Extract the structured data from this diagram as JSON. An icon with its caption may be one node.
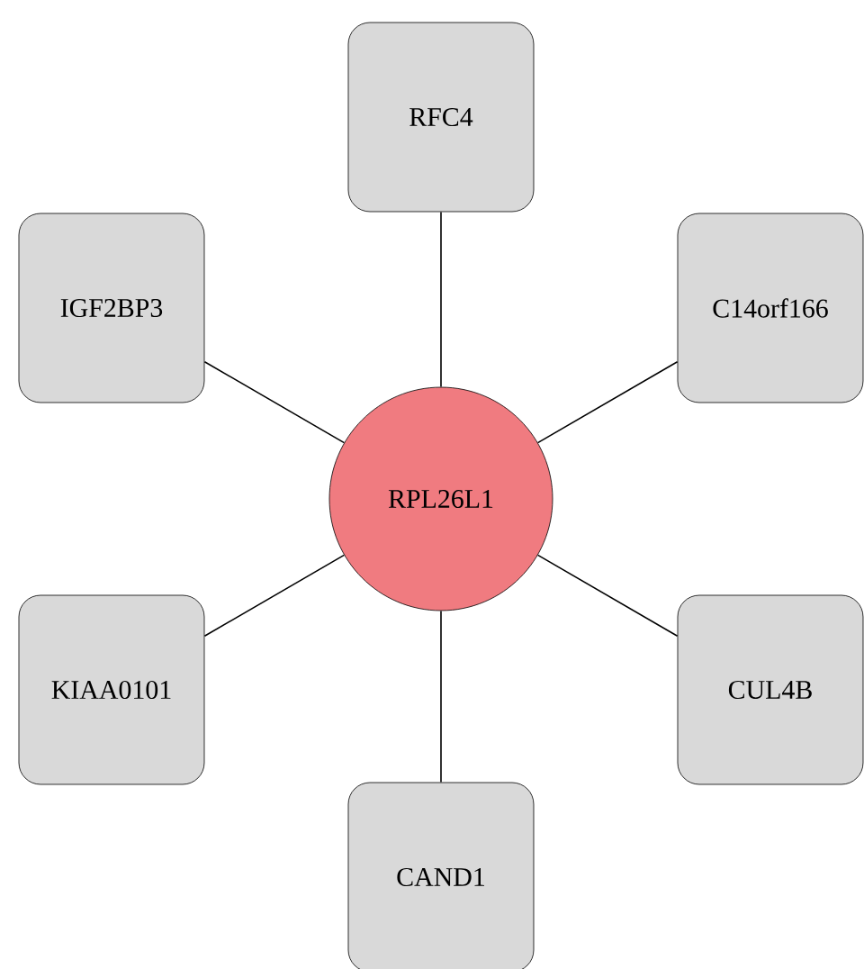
{
  "diagram": {
    "nodes": [
      {
        "text": [
          "RFC4"
        ]
      },
      {
        "text": [
          "IGF2BP3"
        ]
      },
      {
        "text": [
          "C14orf166"
        ]
      },
      {
        "text": [
          "RPL26L1"
        ]
      },
      {
        "text": [
          "KIAA0101"
        ]
      },
      {
        "text": [
          "CUL4B"
        ]
      },
      {
        "text": [
          "CAND1"
        ]
      }
    ],
    "edges": [
      {
        "from": 3,
        "to": 0,
        "arrow": "none"
      },
      {
        "from": 3,
        "to": 1,
        "arrow": "none"
      },
      {
        "from": 3,
        "to": 2,
        "arrow": "none"
      },
      {
        "from": 3,
        "to": 4,
        "arrow": "none"
      },
      {
        "from": 3,
        "to": 5,
        "arrow": "none"
      },
      {
        "from": 3,
        "to": 6,
        "arrow": "none"
      }
    ]
  }
}
